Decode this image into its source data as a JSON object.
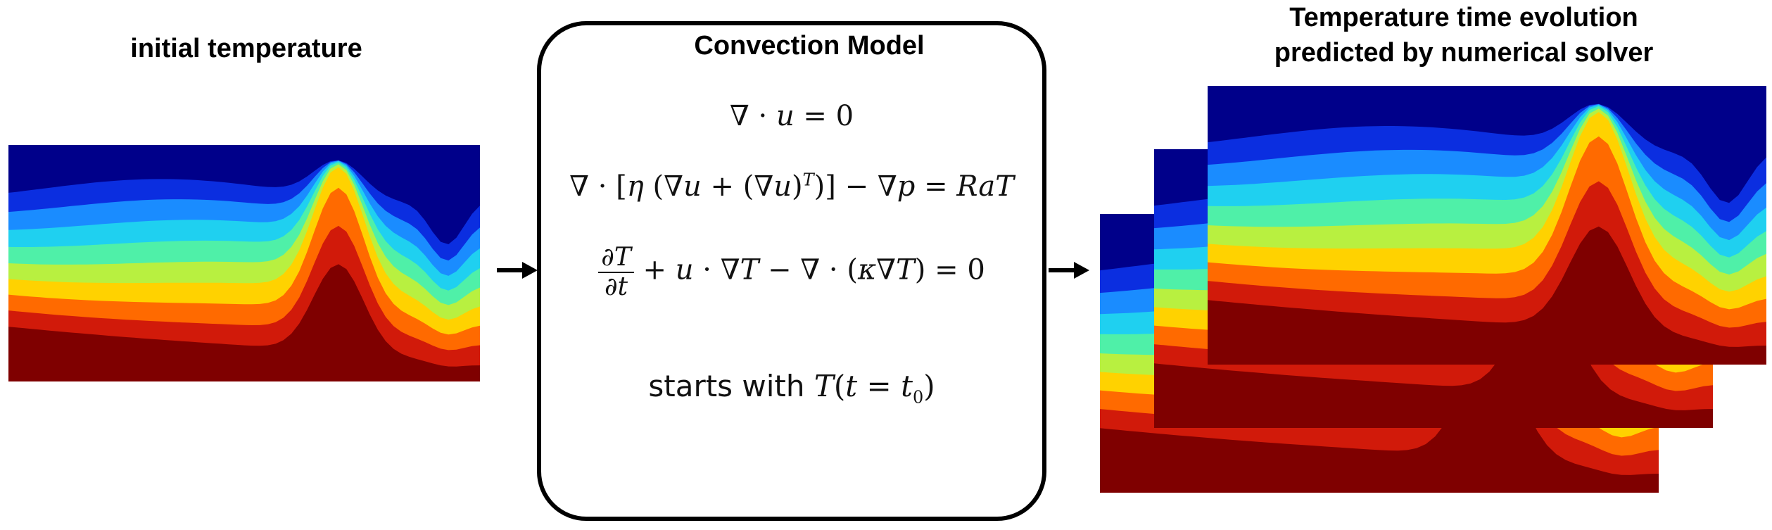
{
  "titles": {
    "initial": "initial temperature",
    "model": "Convection Model",
    "solver_line1": "Temperature time evolution",
    "solver_line2": "predicted by numerical solver"
  },
  "model": {
    "eq1": "∇ · u = 0",
    "eq2": "∇ · [η (∇u + (∇u)ᵀ)] − ∇p = RaT",
    "eq3": "∂T/∂t + u · ∇T − ∇ · (κ∇T) = 0",
    "starts": "starts with T(t = t₀)"
  },
  "colormap": [
    "#7f0000",
    "#d11a0a",
    "#ff6a00",
    "#ffd200",
    "#b8f040",
    "#4ff0a8",
    "#1fd0f0",
    "#1a8cff",
    "#0b2ee0",
    "#00008a"
  ]
}
